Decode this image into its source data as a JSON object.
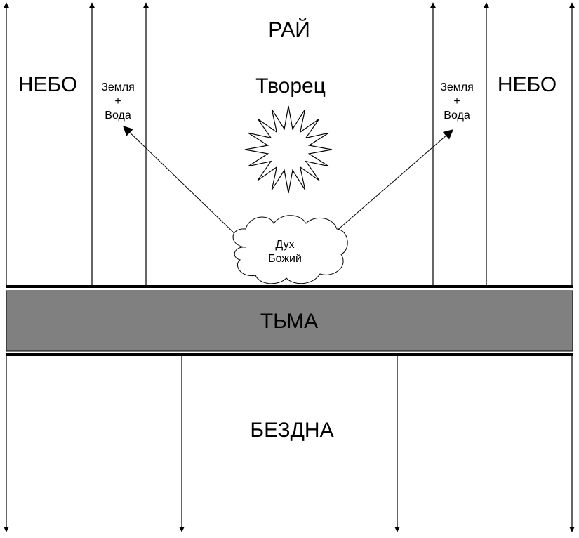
{
  "labels": {
    "paradise": "РАЙ",
    "sky_left": "НЕБО",
    "sky_right": "НЕБО",
    "creator": "Творец",
    "earth_water_left": [
      "Земля",
      "+",
      "Вода"
    ],
    "earth_water_right": [
      "Земля",
      "+",
      "Вода"
    ],
    "spirit": [
      "Дух",
      "Божий"
    ],
    "darkness": "ТЬМА",
    "abyss": "БЕЗДНА"
  },
  "colors": {
    "darkness_band": "#808080",
    "lines": "#000000",
    "background": "#ffffff"
  },
  "icons": {
    "creator": "star-burst-icon",
    "spirit": "cloud-icon"
  }
}
